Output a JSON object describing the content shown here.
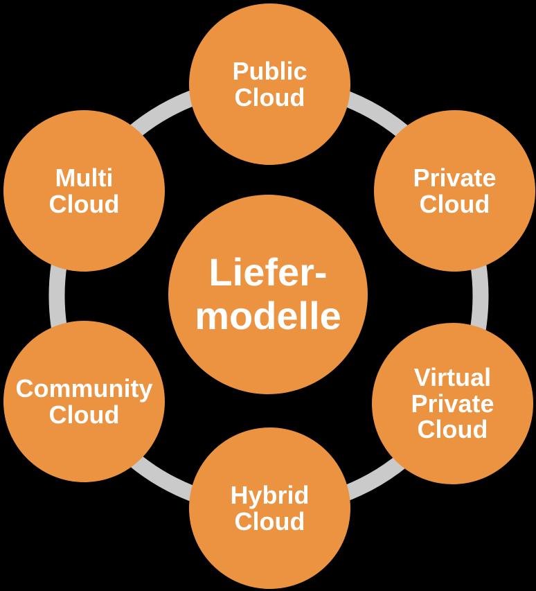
{
  "diagram": {
    "title": "Liefermodelle (cloud delivery models) hub-and-spoke diagram",
    "center": {
      "label": "Liefer-\nmodelle"
    },
    "satellites": [
      {
        "name": "public-cloud",
        "label": "Public\nCloud"
      },
      {
        "name": "private-cloud",
        "label": "Private\nCloud"
      },
      {
        "name": "virtual-private-cloud",
        "label": "Virtual\nPrivate\nCloud"
      },
      {
        "name": "hybrid-cloud",
        "label": "Hybrid\nCloud"
      },
      {
        "name": "community-cloud",
        "label": "Community\nCloud"
      },
      {
        "name": "multi-cloud",
        "label": "Multi\nCloud"
      }
    ],
    "colors": {
      "circle_fill": "#EC9341",
      "ring": "#CACACA",
      "text": "#FFFFFF",
      "background": "#000000"
    }
  }
}
